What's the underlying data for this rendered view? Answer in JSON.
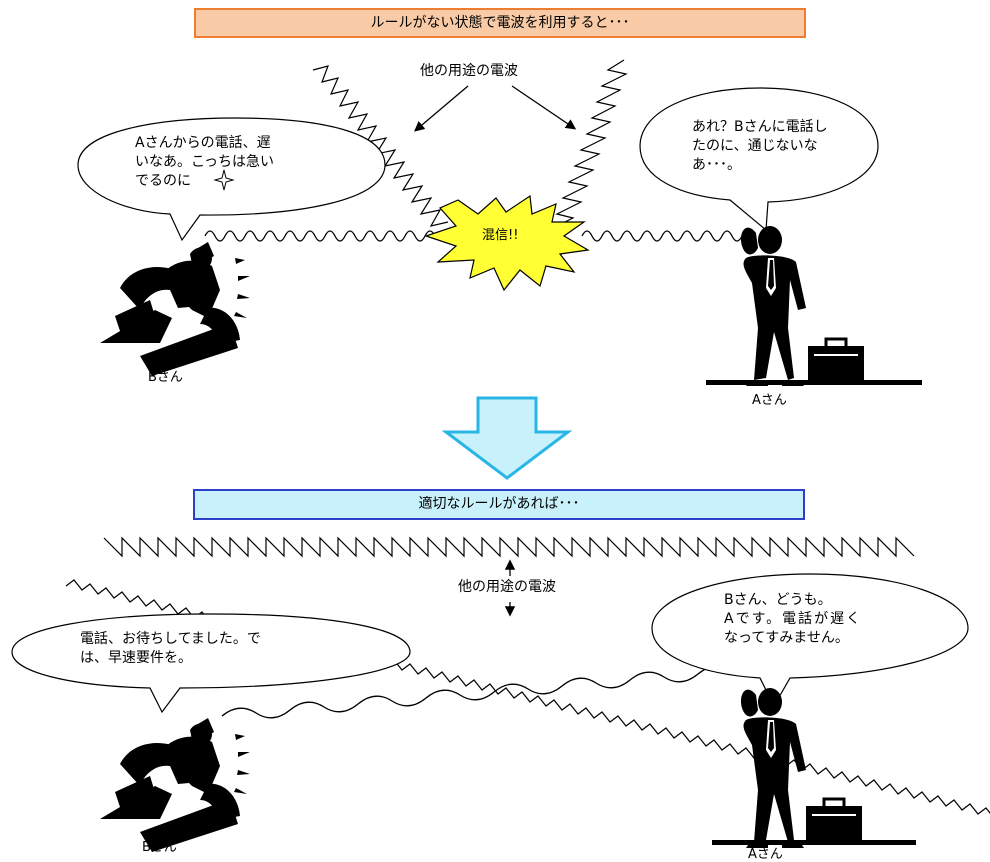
{
  "banners": {
    "top": "ルールがない状態で電波を利用すると･･･",
    "bottom": "適切なルールがあれば･･･"
  },
  "top_scene": {
    "other_waves_label": "他の用途の電波",
    "b_bubble": [
      "Aさんからの電話、遅",
      "いなあ。こっちは急い",
      "でるのに"
    ],
    "a_bubble": [
      "あれ？Bさんに電話し",
      "たのに、通じないな",
      "あ･･･。"
    ],
    "interference_label": "混信!!",
    "b_name": "Bさん",
    "a_name": "Aさん"
  },
  "bottom_scene": {
    "other_waves_label": "他の用途の電波",
    "b_bubble": [
      "電話、お待ちしてました。で",
      "は、早速要件を。"
    ],
    "a_bubble": [
      "Bさん、どうも。",
      "Aです。電話が遅く",
      "なってすみません。"
    ],
    "b_name": "Bさん",
    "a_name": "Aさん"
  },
  "colors": {
    "banner_top_fill": "#f8cba6",
    "banner_top_border": "#ed7d31",
    "banner_bottom_fill": "#c9f1fb",
    "banner_bottom_border": "#2e3fc7",
    "arrow_fill": "#c9f1fb",
    "arrow_border": "#29b6e6",
    "burst_fill": "#ffff33"
  },
  "icons": {
    "down_arrow": "down-arrow-icon",
    "burst": "interference-burst-icon",
    "sparkle": "sparkle-icon",
    "person_seated": "person-seated-on-phone-icon",
    "person_standing": "person-standing-on-phone-icon",
    "briefcase": "briefcase-icon"
  }
}
